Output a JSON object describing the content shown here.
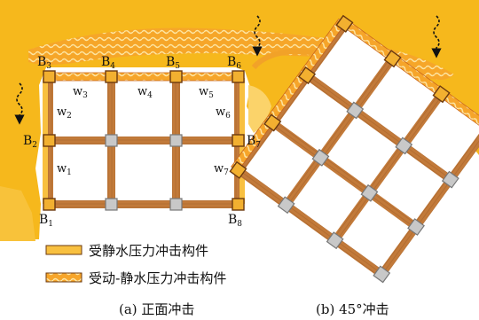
{
  "colors": {
    "water": "#f6b81c",
    "water_dark": "#f0a018",
    "flow_band": "#e8892a",
    "flow_band_light": "#fbc04a",
    "beam": "#c07838",
    "beam_edge": "#8a5226",
    "static_fill": "#f8c040",
    "dynamic_fill": "#f09030",
    "joint_edge": "#6b3a10",
    "joint_fill": "#f2b030",
    "inner_joint": "#c8c8c8",
    "text": "#111111"
  },
  "labels": {
    "B1": "B",
    "B1_sub": "1",
    "B2": "B",
    "B2_sub": "2",
    "B3": "B",
    "B3_sub": "3",
    "B4": "B",
    "B4_sub": "4",
    "B5": "B",
    "B5_sub": "5",
    "B6": "B",
    "B6_sub": "6",
    "B7": "B",
    "B7_sub": "7",
    "B8": "B",
    "B8_sub": "8",
    "w1": "w",
    "w1_sub": "1",
    "w2": "w",
    "w2_sub": "2",
    "w3": "w",
    "w3_sub": "3",
    "w4": "w",
    "w4_sub": "4",
    "w5": "w",
    "w5_sub": "5",
    "w6": "w",
    "w6_sub": "6",
    "w7": "w",
    "w7_sub": "7"
  },
  "legend": {
    "static_label": "受静水压力冲击构件",
    "dynamic_label": "受动-静水压力冲击构件"
  },
  "captions": {
    "a": "(a) 正面冲击",
    "b": "(b) 45°冲击"
  },
  "icons": [
    "water-flow-arrow-icon"
  ]
}
